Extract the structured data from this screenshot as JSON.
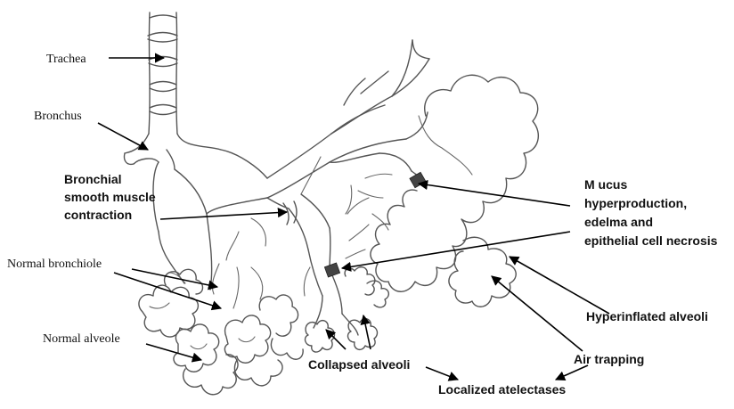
{
  "labels": {
    "trachea": "Trachea",
    "bronchus": "Bronchus",
    "bronchial_smooth_muscle": [
      "Bronchial",
      "smooth muscle",
      "contraction"
    ],
    "normal_bronchiole": "Normal bronchiole",
    "normal_alveole": "Normal alveole",
    "mucus": [
      "M ucus",
      "hyperproduction,",
      "edelma and",
      "epithelial cell necrosis"
    ],
    "hyperinflated_alveoli": "Hyperinflated alveoli",
    "air_trapping": "Air trapping",
    "collapsed_alveoli": "Collapsed alveoli",
    "localized_atelectases": "Localized atelectases"
  }
}
